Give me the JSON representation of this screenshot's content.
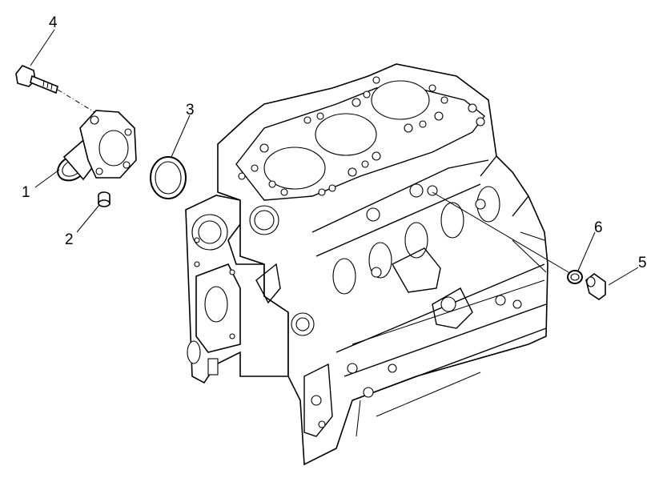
{
  "callouts": [
    {
      "id": "1",
      "label": "1"
    },
    {
      "id": "2",
      "label": "2"
    },
    {
      "id": "3",
      "label": "3"
    },
    {
      "id": "4",
      "label": "4"
    },
    {
      "id": "5",
      "label": "5"
    },
    {
      "id": "6",
      "label": "6"
    }
  ],
  "parts": {
    "thermostat_housing": "part-1",
    "dowel": "part-2",
    "gasket_ring": "part-3",
    "bolt": "part-4",
    "plug": "part-5",
    "washer": "part-6"
  }
}
